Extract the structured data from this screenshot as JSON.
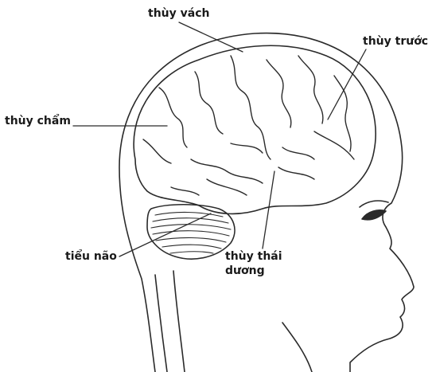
{
  "labels": {
    "parietal": "thùy vách",
    "frontal": "thùy trước",
    "occipital": "thùy chẩm",
    "cerebellum": "tiểu não",
    "temporal_line1": "thùy thái",
    "temporal_line2": "dương"
  }
}
